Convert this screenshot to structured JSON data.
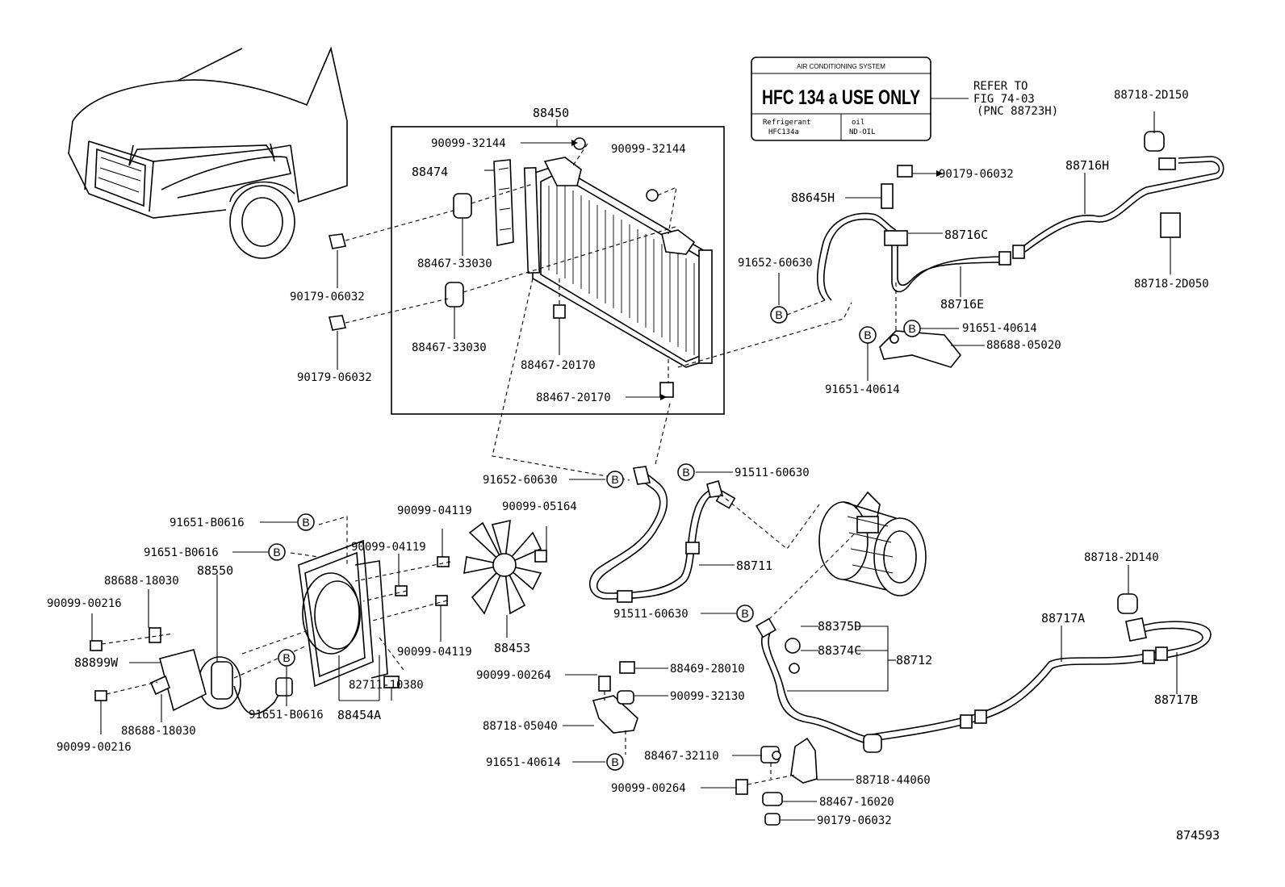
{
  "labels": {
    "p88450": "88450",
    "p90099_32144_a": "90099-32144",
    "p90099_32144_b": "90099-32144",
    "p88474": "88474",
    "p88467_33030_a": "88467-33030",
    "p88467_33030_b": "88467-33030",
    "p90179_06032_a": "90179-06032",
    "p90179_06032_b": "90179-06032",
    "p88467_20170_a": "88467-20170",
    "p88467_20170_b": "88467-20170",
    "refer_line1": "REFER TO",
    "refer_line2": "FIG 74-03",
    "refer_line3": "(PNC 88723H)",
    "p88718_2D150": "88718-2D150",
    "p90179_06032_c": "90179-06032",
    "p88716H": "88716H",
    "p88645H": "88645H",
    "p88716C": "88716C",
    "p91652_60630_a": "91652-60630",
    "p88716E": "88716E",
    "p88718_2D050": "88718-2D050",
    "p91651_40614_a": "91651-40614",
    "p88688_05020": "88688-05020",
    "p91651_40614_b": "91651-40614",
    "p91652_60630_b": "91652-60630",
    "p91511_60630_a": "91511-60630",
    "p91651_B0616_a": "91651-B0616",
    "p91651_B0616_b": "91651-B0616",
    "p90099_04119_a": "90099-04119",
    "p90099_05164": "90099-05164",
    "p90099_04119_b": "90099-04119",
    "p88688_18030_a": "88688-18030",
    "p88550": "88550",
    "p90099_00216_a": "90099-00216",
    "p88711": "88711",
    "p90099_04119_c": "90099-04119",
    "p88453": "88453",
    "p88899W": "88899W",
    "p91651_B0616_c": "91651-B0616",
    "p88454A": "88454A",
    "p82711_10380": "82711-10380",
    "p88688_18030_b": "88688-18030",
    "p90099_00216_b": "90099-00216",
    "p91511_60630_b": "91511-60630",
    "p88375D": "88375D",
    "p88374C": "88374C",
    "p88712": "88712",
    "p90099_00264_a": "90099-00264",
    "p88469_28010": "88469-28010",
    "p90099_32130": "90099-32130",
    "p88718_05040": "88718-05040",
    "p91651_40614_c": "91651-40614",
    "p88467_32110": "88467-32110",
    "p90099_00264_b": "90099-00264",
    "p88718_44060": "88718-44060",
    "p88467_16020": "88467-16020",
    "p90179_06032_d": "90179-06032",
    "p88718_2D140": "88718-2D140",
    "p88717A": "88717A",
    "p88717B": "88717B",
    "figure_id": "874593"
  },
  "label_plate": {
    "header": "AIR CONDITIONING SYSTEM",
    "main": "HFC 134 a USE ONLY",
    "refrigerant_label": "Refrigerant",
    "refrigerant_value": "HFC134a",
    "oil_label": "oil",
    "oil_value": "ND-OIL"
  },
  "callout_letter": "B"
}
